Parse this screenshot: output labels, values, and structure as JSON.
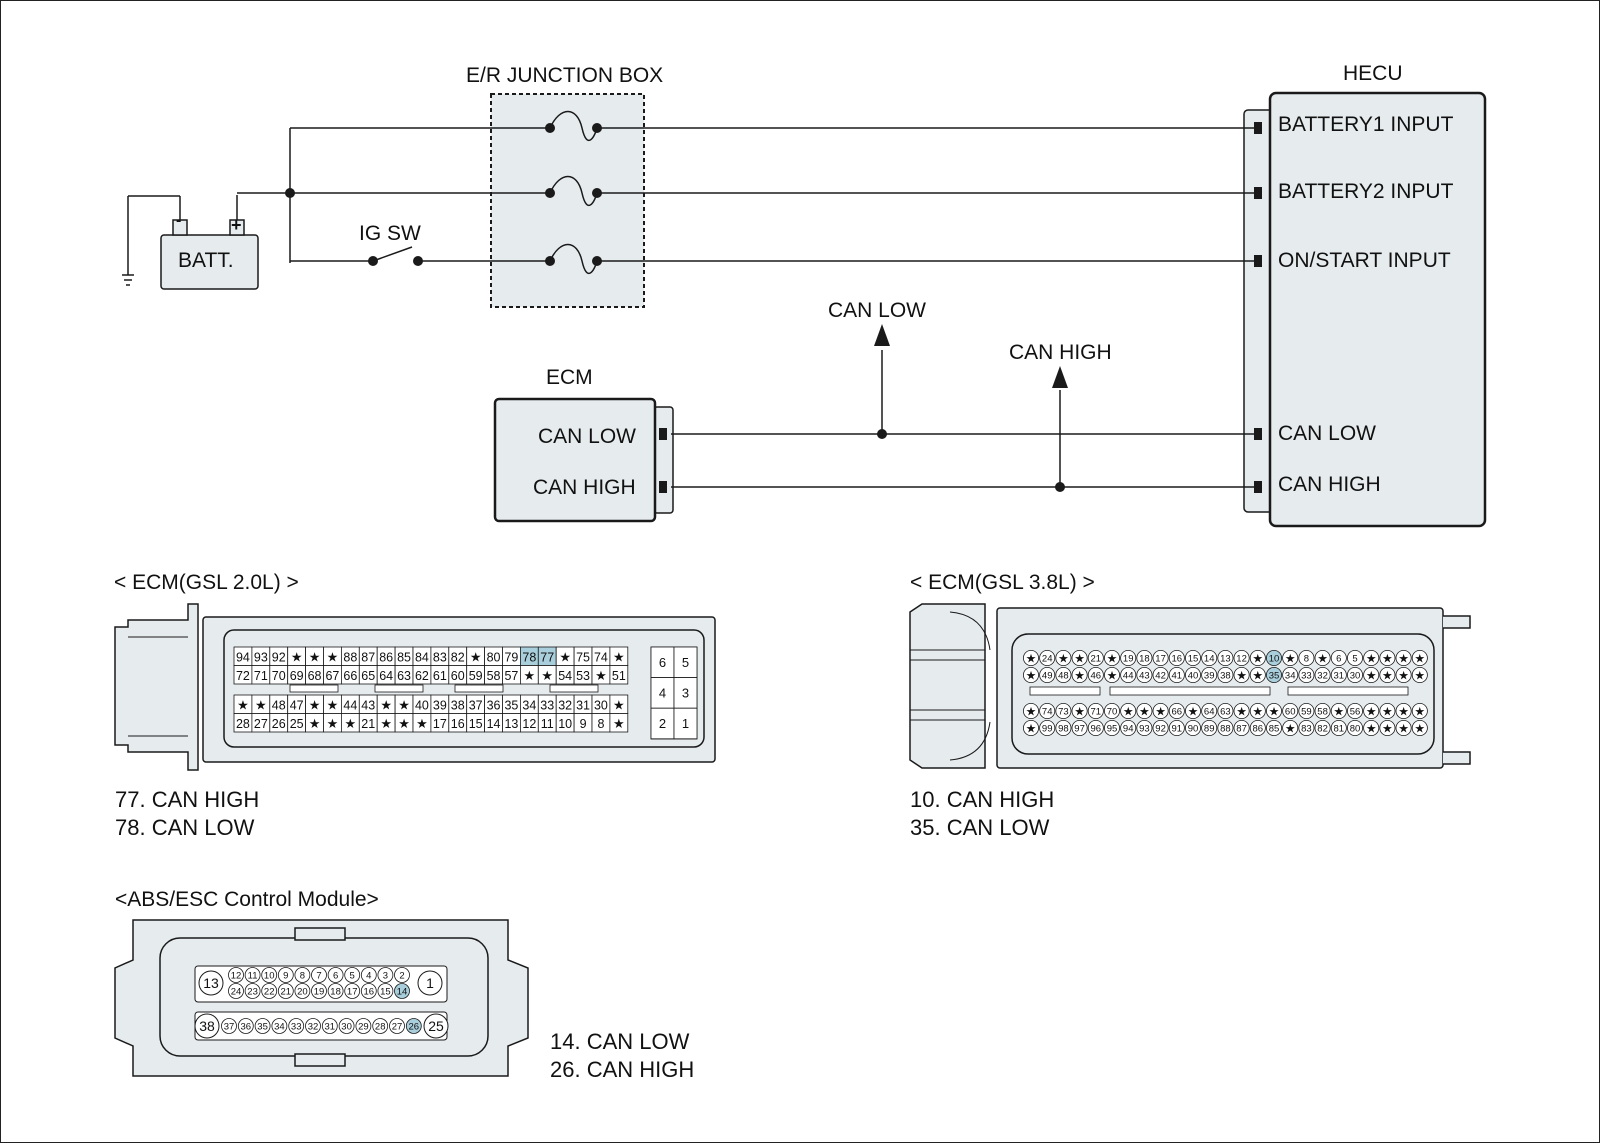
{
  "wiring": {
    "junction_box_label": "E/R JUNCTION BOX",
    "hecu_label": "HECU",
    "batt_label": "BATT.",
    "ig_sw_label": "IG SW",
    "ecm_label": "ECM",
    "batt_minus": "-",
    "batt_plus": "+",
    "can_low_arrow": "CAN LOW",
    "can_high_arrow": "CAN HIGH",
    "hecu_pins": [
      "BATTERY1 INPUT",
      "BATTERY2 INPUT",
      "ON/START INPUT",
      "CAN LOW",
      "CAN HIGH"
    ],
    "ecm_pins": [
      "CAN LOW",
      "CAN HIGH"
    ]
  },
  "ecm20": {
    "title": "< ECM(GSL 2.0L) >",
    "notes": [
      "77. CAN HIGH",
      "78. CAN LOW"
    ],
    "highlight": [
      "78",
      "77"
    ],
    "rows": [
      [
        "94",
        "93",
        "92",
        "★",
        "★",
        "★",
        "88",
        "87",
        "86",
        "85",
        "84",
        "83",
        "82",
        "★",
        "80",
        "79",
        "78",
        "77",
        "★",
        "75",
        "74",
        "★"
      ],
      [
        "72",
        "71",
        "70",
        "69",
        "68",
        "67",
        "66",
        "65",
        "64",
        "63",
        "62",
        "61",
        "60",
        "59",
        "58",
        "57",
        "★",
        "★",
        "54",
        "53",
        "★",
        "51"
      ],
      [
        "★",
        "★",
        "48",
        "47",
        "★",
        "★",
        "44",
        "43",
        "★",
        "★",
        "40",
        "39",
        "38",
        "37",
        "36",
        "35",
        "34",
        "33",
        "32",
        "31",
        "30",
        "★"
      ],
      [
        "28",
        "27",
        "26",
        "25",
        "★",
        "★",
        "★",
        "21",
        "★",
        "★",
        "★",
        "17",
        "16",
        "15",
        "14",
        "13",
        "12",
        "11",
        "10",
        "9",
        "8",
        "★"
      ]
    ],
    "side_block": [
      [
        "6",
        "5"
      ],
      [
        "4",
        "3"
      ],
      [
        "2",
        "1"
      ]
    ]
  },
  "ecm38": {
    "title": "< ECM(GSL 3.8L) >",
    "notes": [
      "10. CAN HIGH",
      "35. CAN LOW"
    ],
    "highlight": [
      "10",
      "35"
    ],
    "rows": [
      [
        "★",
        "24",
        "★",
        "★",
        "21",
        "★",
        "19",
        "18",
        "17",
        "16",
        "15",
        "14",
        "13",
        "12",
        "★",
        "10",
        "★",
        "8",
        "★",
        "6",
        "5",
        "★",
        "★",
        "★",
        "★"
      ],
      [
        "★",
        "49",
        "48",
        "★",
        "46",
        "★",
        "44",
        "43",
        "42",
        "41",
        "40",
        "39",
        "38",
        "★",
        "★",
        "35",
        "34",
        "33",
        "32",
        "31",
        "30",
        "★",
        "★",
        "★",
        "★"
      ],
      [
        "★",
        "74",
        "73",
        "★",
        "71",
        "70",
        "★",
        "★",
        "★",
        "66",
        "★",
        "64",
        "63",
        "★",
        "★",
        "★",
        "60",
        "59",
        "58",
        "★",
        "56",
        "★",
        "★",
        "★",
        "★"
      ],
      [
        "★",
        "99",
        "98",
        "97",
        "96",
        "95",
        "94",
        "93",
        "92",
        "91",
        "90",
        "89",
        "88",
        "87",
        "86",
        "85",
        "★",
        "83",
        "82",
        "81",
        "80",
        "★",
        "★",
        "★",
        "★"
      ]
    ]
  },
  "abs": {
    "title": "<ABS/ESC Control Module>",
    "notes": [
      "14. CAN LOW",
      "26. CAN HIGH"
    ],
    "highlight": [
      "14",
      "26"
    ],
    "big_pins": [
      "13",
      "1",
      "38",
      "25"
    ],
    "row1": [
      "12",
      "11",
      "10",
      "9",
      "8",
      "7",
      "6",
      "5",
      "4",
      "3",
      "2"
    ],
    "row2": [
      "24",
      "23",
      "22",
      "21",
      "20",
      "19",
      "18",
      "17",
      "16",
      "15",
      "14"
    ],
    "row3": [
      "37",
      "36",
      "35",
      "34",
      "33",
      "32",
      "31",
      "30",
      "29",
      "28",
      "27",
      "26"
    ]
  },
  "colors": {
    "line": "#1a1a1a",
    "box_fill": "#e6ebee",
    "highlight": "#a9cfdc"
  }
}
